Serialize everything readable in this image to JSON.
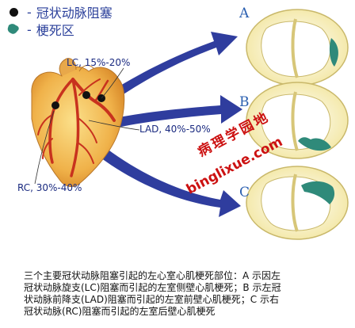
{
  "legend": {
    "dash": "-",
    "occlusion_label": "冠状动脉阻塞",
    "infarct_label": "梗死区"
  },
  "labels": {
    "lc": "LC, 15%-20%",
    "lad": "LAD, 40%-50%",
    "rc": "RC, 30%-40%"
  },
  "sections": {
    "a": "A",
    "b": "B",
    "c": "C"
  },
  "watermark": {
    "line1": "病理学园地",
    "line2": "binglixue.com"
  },
  "caption": {
    "line1": "三个主要冠状动脉阻塞引起的左心室心肌梗死部位：A  示因左",
    "line2": "冠状动脉旋支(LC)阻塞而引起的左室侧壁心肌梗死；B  示左冠",
    "line3": "状动脉前降支(LAD)阻塞而引起的左室前壁心肌梗死；C  示右",
    "line4": "冠状动脉(RC)阻塞而引起的左室后壁心肌梗死"
  },
  "colors": {
    "arrow": "#2f3d9e",
    "infarct": "#2f8a7a",
    "myocardium": "#f2e6a0",
    "heart": "#f0b84a",
    "artery": "#c8321e"
  }
}
